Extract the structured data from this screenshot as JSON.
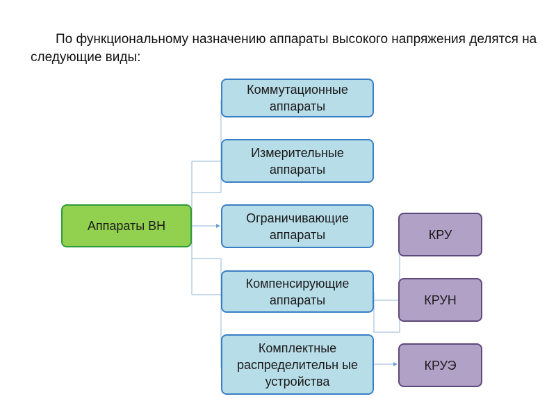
{
  "title": "По функциональному назначению аппараты высокого напряжения делятся на следующие виды:",
  "root": "Аппараты ВН",
  "categories": [
    "Коммутационные аппараты",
    "Измерительные аппараты",
    "Ограничивающие аппараты",
    "Компенсирующие аппараты",
    "Комплектные распределительн ые устройства"
  ],
  "subtypes": [
    "КРУ",
    "КРУН",
    "КРУЭ"
  ],
  "colors": {
    "root": "#92d050",
    "category": "#b7dde8",
    "subtype": "#b2a1c7",
    "connector": "#8fb4d9"
  }
}
